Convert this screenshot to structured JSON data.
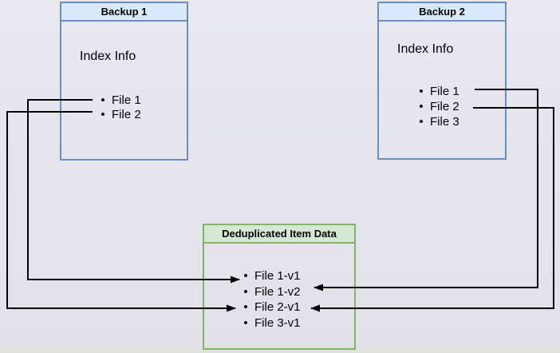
{
  "diagram": {
    "backup1": {
      "title": "Backup 1",
      "index_label": "Index Info",
      "files": [
        "File 1",
        "File 2"
      ]
    },
    "backup2": {
      "title": "Backup 2",
      "index_label": "Index Info",
      "files": [
        "File 1",
        "File 2",
        "File 3"
      ]
    },
    "dedup": {
      "title": "Deduplicated Item Data",
      "items": [
        "File 1-v1",
        "File 1-v2",
        "File 2-v1",
        "File 3-v1"
      ]
    },
    "connections": [
      {
        "from": "Backup 1 / File 1",
        "to": "File 1-v1"
      },
      {
        "from": "Backup 1 / File 2",
        "to": "File 2-v1"
      },
      {
        "from": "Backup 2 / File 1",
        "to": "File 1-v2"
      },
      {
        "from": "Backup 2 / File 2",
        "to": "File 2-v1"
      }
    ],
    "colors": {
      "background": "#e5e4ed",
      "backup_border": "#6c8ebf",
      "backup_header_fill": "#dae8fc",
      "dedup_border": "#82b366",
      "dedup_header_fill": "#d5e8d4",
      "arrow": "#000000"
    }
  }
}
